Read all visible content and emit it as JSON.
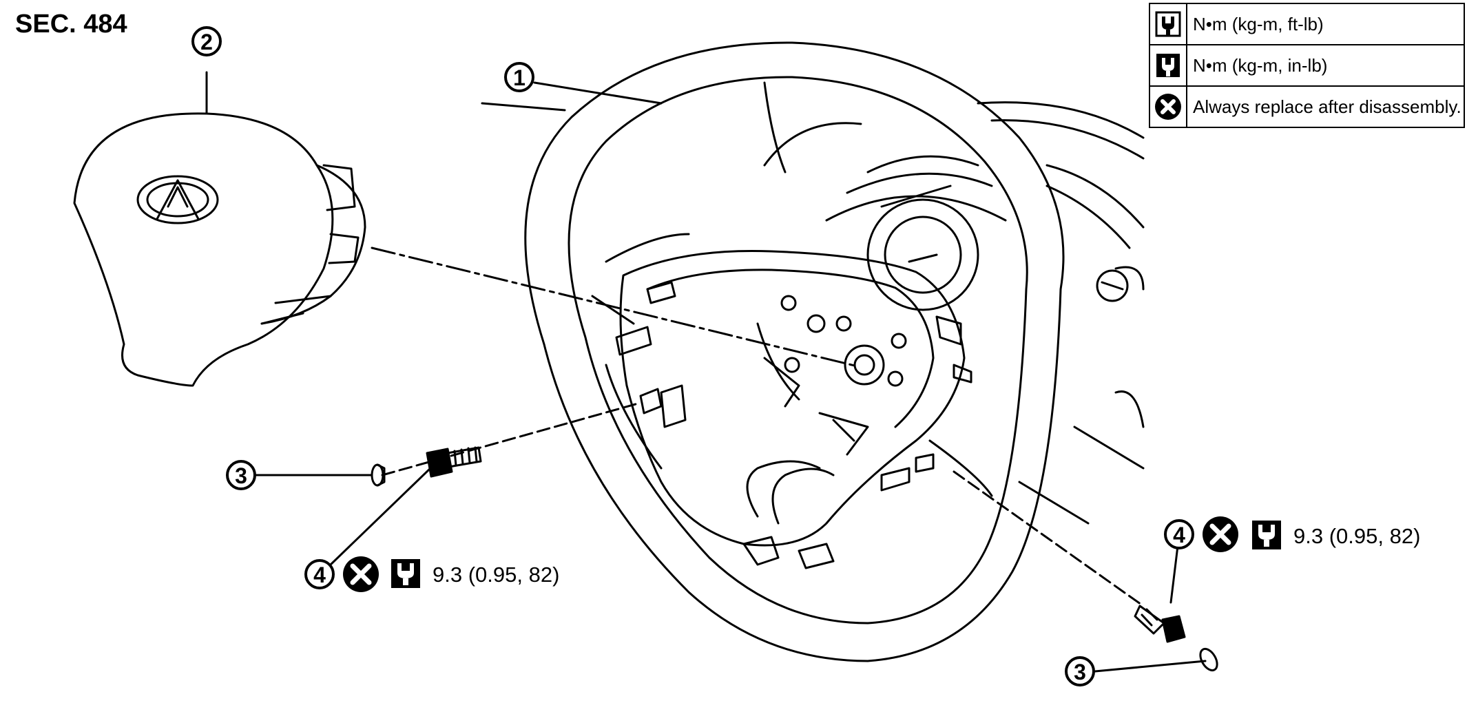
{
  "section_label": "SEC. 484",
  "legend": [
    {
      "icon": "torque-wrench-ft-lb-icon",
      "text": "N•m (kg-m, ft-lb)"
    },
    {
      "icon": "torque-wrench-in-lb-icon",
      "text": "N•m (kg-m, in-lb)"
    },
    {
      "icon": "always-replace-icon",
      "text": "Always replace after disassembly."
    }
  ],
  "parts": [
    {
      "number": "1",
      "name": "steering wheel"
    },
    {
      "number": "2",
      "name": "driver air bag module"
    },
    {
      "number": "3",
      "name": "cap"
    },
    {
      "number": "4",
      "name": "bolt"
    }
  ],
  "callouts": {
    "number_1": "1",
    "number_2": "2",
    "number_3_left": "3",
    "number_3_right": "3",
    "number_4_left": "4",
    "number_4_right": "4",
    "torque_left": "9.3 (0.95, 82)",
    "torque_right": "9.3 (0.95, 82)"
  }
}
